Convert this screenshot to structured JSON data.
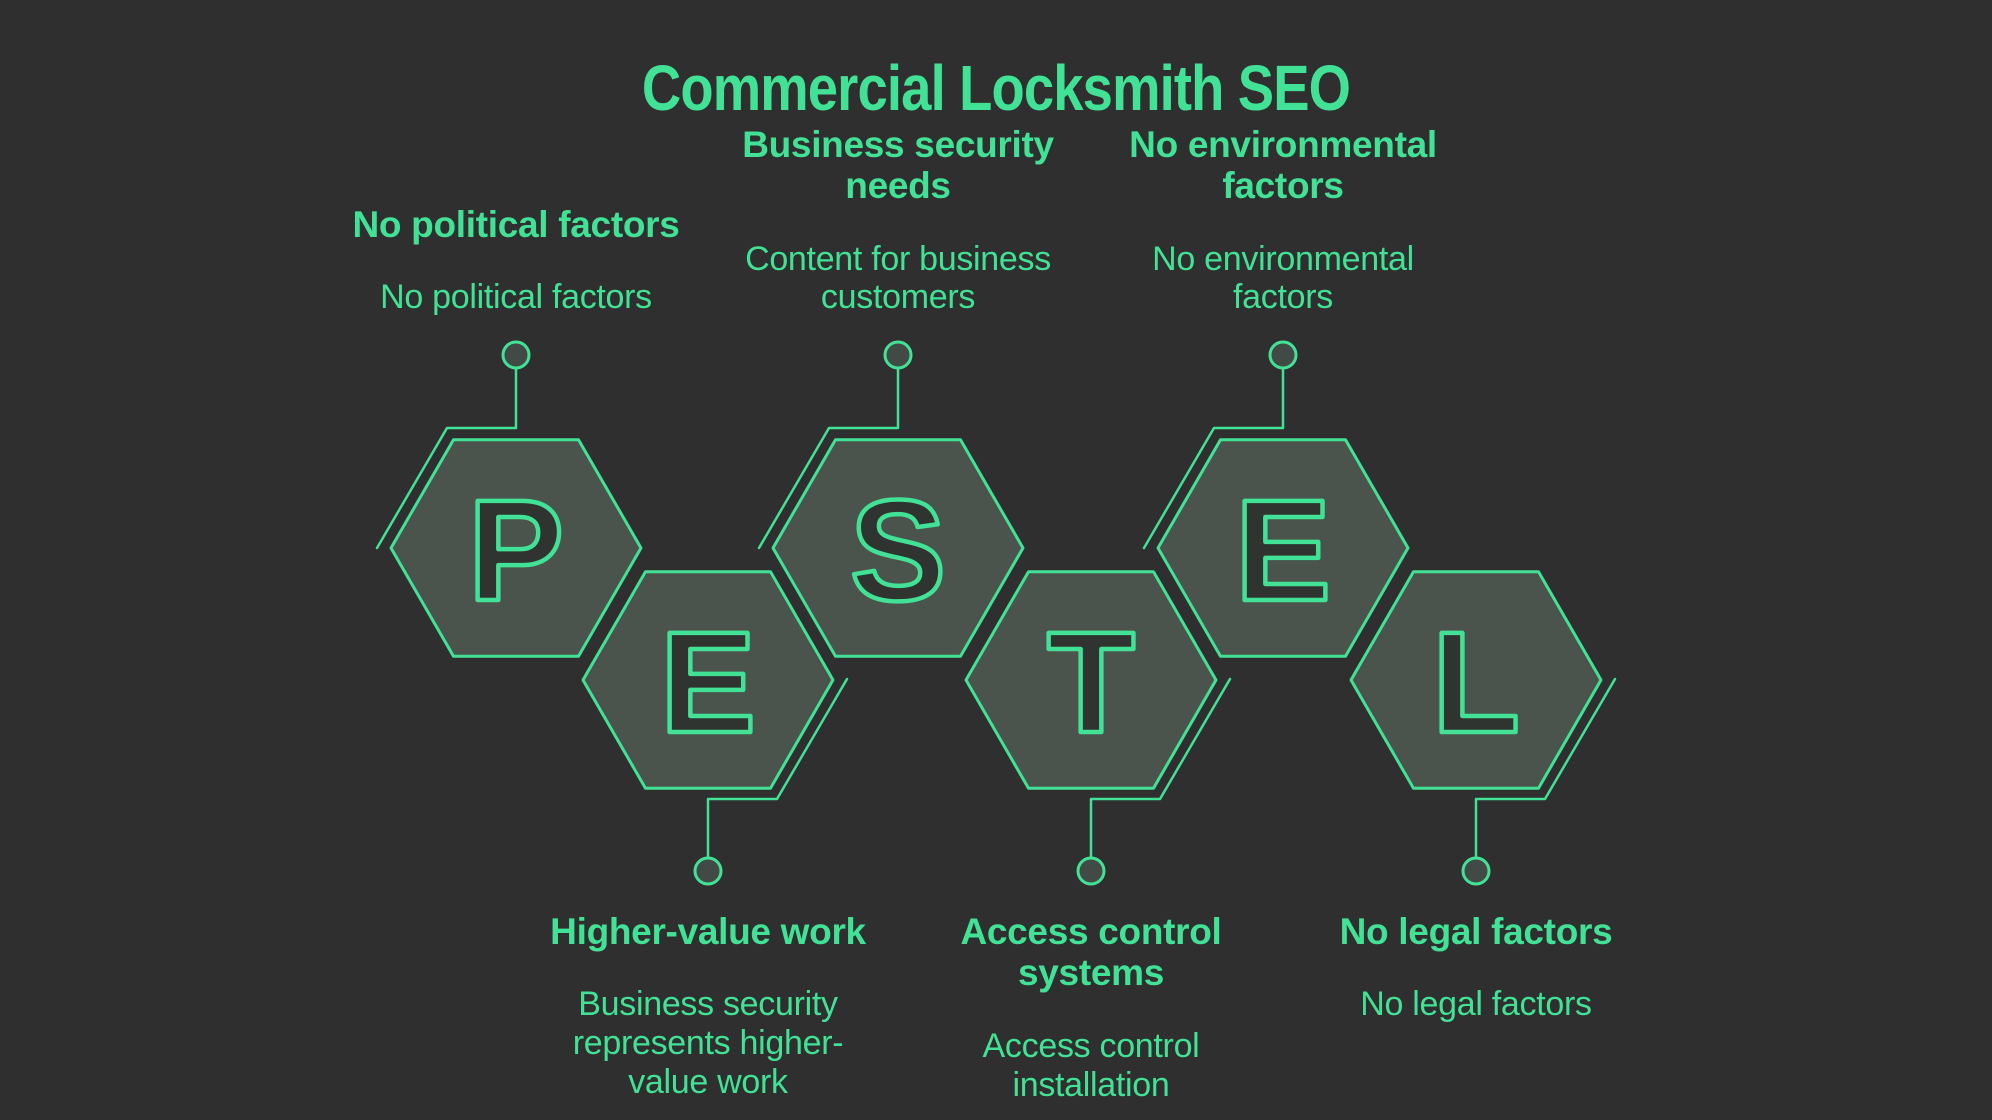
{
  "title": "Commercial Locksmith SEO",
  "framework_letters": "PESTEL",
  "colors": {
    "background": "#2e2f2e",
    "accent_green": "#42e296",
    "hexagon_fill": "#4a544c",
    "letter_fill": "#2f3431",
    "node_fill": "#414a44"
  },
  "hexagons": [
    {
      "letter": "P",
      "row": "top",
      "title": "No political factors",
      "desc": "No political factors"
    },
    {
      "letter": "E",
      "row": "bottom",
      "title": "Higher-value work",
      "desc": "Business security\nrepresents higher-\nvalue work"
    },
    {
      "letter": "S",
      "row": "top",
      "title": "Business security\nneeds",
      "desc": "Content for business\ncustomers"
    },
    {
      "letter": "T",
      "row": "bottom",
      "title": "Access control\nsystems",
      "desc": "Access control\ninstallation"
    },
    {
      "letter": "E",
      "row": "top",
      "title": "No environmental\nfactors",
      "desc": "No environmental\nfactors"
    },
    {
      "letter": "L",
      "row": "bottom",
      "title": "No legal factors",
      "desc": "No legal factors"
    }
  ]
}
